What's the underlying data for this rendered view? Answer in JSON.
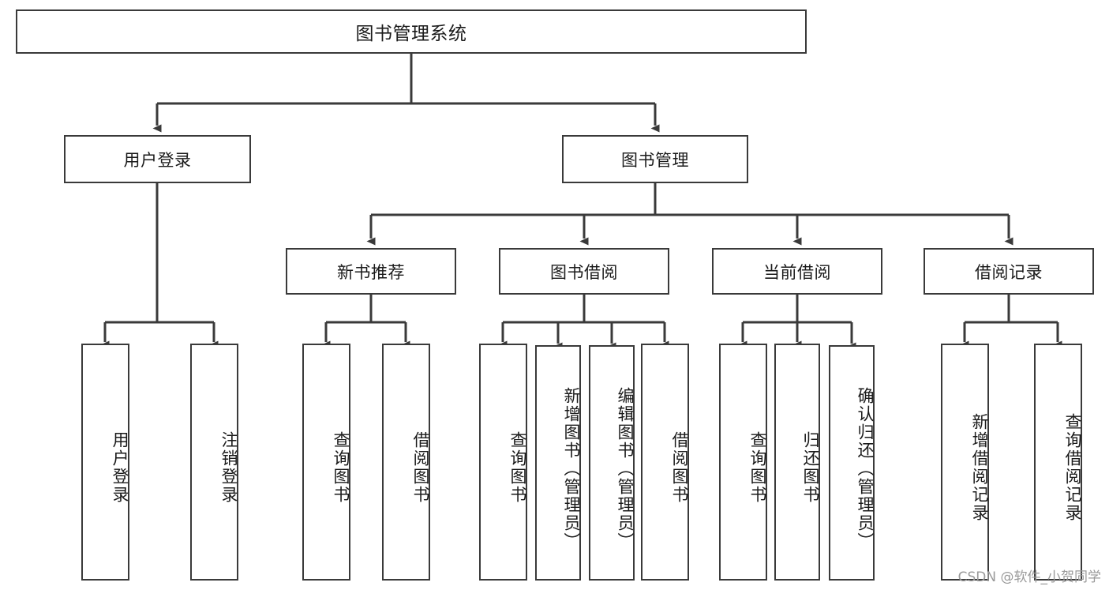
{
  "diagram": {
    "type": "tree-hierarchy-flowchart",
    "title": "图书管理系统",
    "watermark": "CSDN @软件_小贺同学",
    "colors": {
      "box_border": "#3a3a3a",
      "box_fill": "#ffffff",
      "connector": "#3a3a3a",
      "text": "#1a1a1a",
      "watermark": "#9a9a9a",
      "background": "#ffffff"
    },
    "nodes": {
      "root": {
        "label": "图书管理系统"
      },
      "level2": [
        {
          "id": "user-login",
          "label": "用户登录"
        },
        {
          "id": "book-management",
          "label": "图书管理"
        }
      ],
      "level3": [
        {
          "id": "new-book-recommend",
          "label": "新书推荐"
        },
        {
          "id": "book-borrow",
          "label": "图书借阅"
        },
        {
          "id": "current-borrow",
          "label": "当前借阅"
        },
        {
          "id": "borrow-record",
          "label": "借阅记录"
        }
      ],
      "leaves": {
        "user_login": [
          {
            "id": "leaf-user-login",
            "label": "用户登录"
          },
          {
            "id": "leaf-logout-login",
            "label": "注销登录"
          }
        ],
        "new_book_recommend": [
          {
            "id": "leaf-query-book-1",
            "label": "查询图书"
          },
          {
            "id": "leaf-borrow-book-1",
            "label": "借阅图书"
          }
        ],
        "book_borrow": [
          {
            "id": "leaf-query-book-2",
            "label": "查询图书"
          },
          {
            "id": "leaf-add-book",
            "label": "新增图书（管理员）"
          },
          {
            "id": "leaf-edit-book",
            "label": "编辑图书（管理员）"
          },
          {
            "id": "leaf-borrow-book-2",
            "label": "借阅图书"
          }
        ],
        "current_borrow": [
          {
            "id": "leaf-query-book-3",
            "label": "查询图书"
          },
          {
            "id": "leaf-return-book",
            "label": "归还图书"
          },
          {
            "id": "leaf-confirm-return",
            "label": "确认归还（管理员）"
          }
        ],
        "borrow_record": [
          {
            "id": "leaf-add-record",
            "label": "新增借阅记录"
          },
          {
            "id": "leaf-query-record",
            "label": "查询借阅记录"
          }
        ]
      }
    },
    "edges": [
      {
        "from": "图书管理系统",
        "to": "用户登录"
      },
      {
        "from": "图书管理系统",
        "to": "图书管理"
      },
      {
        "from": "图书管理",
        "to": "新书推荐"
      },
      {
        "from": "图书管理",
        "to": "图书借阅"
      },
      {
        "from": "图书管理",
        "to": "当前借阅"
      },
      {
        "from": "图书管理",
        "to": "借阅记录"
      },
      {
        "from": "用户登录",
        "to": "用户登录"
      },
      {
        "from": "用户登录",
        "to": "注销登录"
      },
      {
        "from": "新书推荐",
        "to": "查询图书"
      },
      {
        "from": "新书推荐",
        "to": "借阅图书"
      },
      {
        "from": "图书借阅",
        "to": "查询图书"
      },
      {
        "from": "图书借阅",
        "to": "新增图书（管理员）"
      },
      {
        "from": "图书借阅",
        "to": "编辑图书（管理员）"
      },
      {
        "from": "图书借阅",
        "to": "借阅图书"
      },
      {
        "from": "当前借阅",
        "to": "查询图书"
      },
      {
        "from": "当前借阅",
        "to": "归还图书"
      },
      {
        "from": "当前借阅",
        "to": "确认归还（管理员）"
      },
      {
        "from": "借阅记录",
        "to": "新增借阅记录"
      },
      {
        "from": "借阅记录",
        "to": "查询借阅记录"
      }
    ]
  }
}
